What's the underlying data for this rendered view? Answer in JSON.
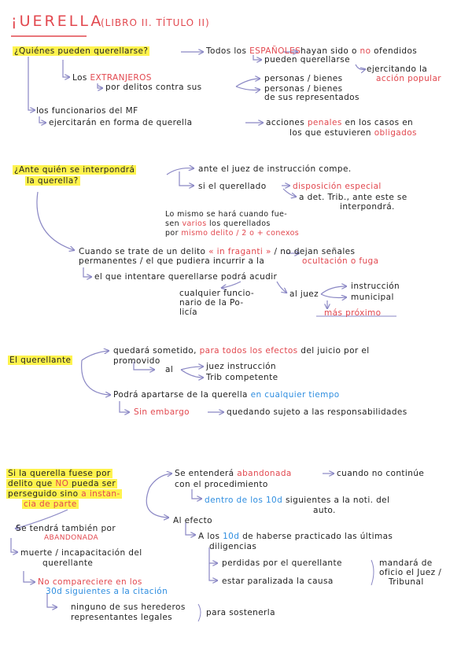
{
  "header": {
    "title": "¡UERELLA",
    "subtitle": "(LIBRO II. TÍTULO II)"
  },
  "s1": {
    "question": "¿Quiénes pueden querellarse?",
    "todos_los": "Todos los",
    "espanoles": "ESPAÑOLES",
    "hayan_sido_o": "hayan sido o",
    "no": "no",
    "ofendidos": "ofendidos",
    "pueden_querellarse": "pueden querellarse",
    "ejercitando_la": "ejercitando la",
    "accion_popular": "acción popular",
    "los": "Los",
    "extranjeros": "EXTRANJEROS",
    "por_delitos": "por delitos contra sus",
    "personas_bienes": "personas / bienes",
    "personas_bienes2": "personas / bienes",
    "de_sus_representados": "de sus representados",
    "funcionarios": "los funcionarios del MF",
    "ejercitaran": "ejercitarán en forma de querella",
    "acciones": "acciones",
    "penales": "penales",
    "en_los_casos": "en los casos en",
    "los_que": "los que estuvieren",
    "obligados": "obligados"
  },
  "s2": {
    "question_l1": "¿Ante quién se interpondrá",
    "question_l2": "la querella?",
    "ante_juez": "ante el juez de instrucción compe.",
    "si_querellado": "si el querellado",
    "disposicion": "disposición especial",
    "a_det": "a det. Trib., ante este se",
    "interpondra": "interpondrá.",
    "mismo_l1": "Lo mismo se hará cuando fue-",
    "mismo_l2a": "sen",
    "varios": "varios",
    "mismo_l2b": "los querellados",
    "mismo_l3a": "por",
    "mismo_delito": "mismo delito / 2 o + conexos",
    "cuando_l1a": "Cuando se trate de un delito",
    "in_fraganti": "« in fraganti »",
    "cuando_l1b": "/ no dejan señales",
    "cuando_l2a": "permanentes / el que pudiera incurrir a la",
    "ocultacion": "ocultación o fuga",
    "el_que": "el que intentare querellarse podrá acudir",
    "cualquier_l1": "cualquier funcio-",
    "cualquier_l2": "nario de la Po-",
    "cualquier_l3": "licía",
    "al_juez": "al juez",
    "instruccion": "instrucción",
    "municipal": "municipal",
    "mas_proximo": "más próximo"
  },
  "s3": {
    "label": "El querellante",
    "quedara_a": "quedará sometido,",
    "para_todos": "para todos los efectos",
    "quedara_b": "del juicio por el",
    "promovido": "promovido",
    "al": "al",
    "juez_instruccion": "juez instrucción",
    "trib_competente": "Trib competente",
    "podra": "Podrá apartarse de la querella",
    "en_cualquier": "en cualquier tiempo",
    "sin_embargo": "Sin embargo",
    "quedando": "quedando sujeto a las responsabilidades"
  },
  "s4": {
    "cond_l1": "Si la querella fuese por",
    "cond_l2a": "delito que",
    "cond_no": "NO",
    "cond_l2b": "pueda ser",
    "cond_l3a": "perseguido sino",
    "cond_l3b": "a instan-",
    "cond_l4": "cia de parte",
    "se_entendera": "Se entenderá",
    "abandonada": "abandonada",
    "cuando_no": "cuando no continúe",
    "con_el_proc": "con el procedimiento",
    "dentro": "dentro de los 10d",
    "siguientes": "siguientes a la noti. del",
    "auto": "auto.",
    "al_efecto": "Al efecto",
    "a_los": "A los",
    "diez_d": "10d",
    "de_haberse": "de haberse practicado las últimas",
    "diligencias": "diligencias",
    "perdidas": "perdidas por el querellante",
    "estar_paralizada": "estar paralizada la causa",
    "mandara_l1": "mandará de",
    "mandara_l2": "oficio el Juez /",
    "mandara_l3": "Tribunal",
    "se_tendra": "Se tendrá también por",
    "abandonada2": "ABANDONADA",
    "muerte_l1": "muerte / incapacitación del",
    "muerte_l2": "querellante",
    "no_comp": "No compareciere en los",
    "treinta": "30d siguientes a la citación",
    "ninguno_l1": "ninguno de sus herederos",
    "ninguno_l2": "representantes legales",
    "para_sostenerla": "para sostenerla"
  }
}
